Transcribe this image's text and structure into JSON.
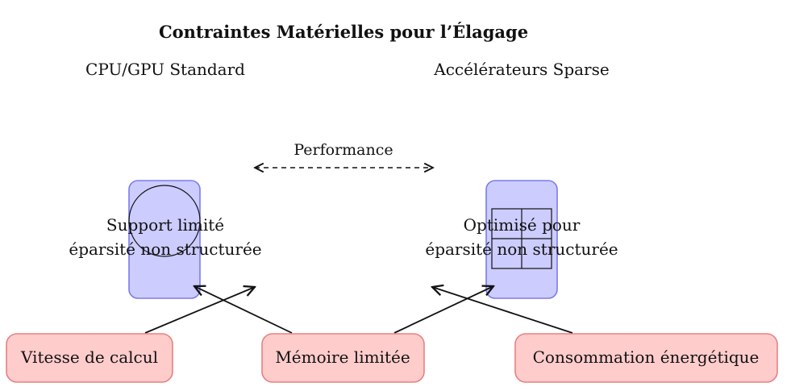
{
  "title": "Contraintes Matérielles pour l’Élagage",
  "left": {
    "heading": "CPU/GPU Standard",
    "description": [
      "Support limité",
      "éparsité non structurée"
    ]
  },
  "right": {
    "heading": "Accélérateurs Sparse",
    "description": [
      "Optimisé pour",
      "éparsité non structurée"
    ]
  },
  "center": {
    "arrow_label": "Performance"
  },
  "constraints": [
    {
      "label": "Vitesse de calcul"
    },
    {
      "label": "Mémoire limitée"
    },
    {
      "label": "Consommation énergétique"
    }
  ],
  "colors": {
    "device_fill": "#ccccff",
    "device_stroke": "#7b7bea",
    "constraint_fill": "#ffcccc",
    "constraint_stroke": "#e88080",
    "line": "#111111"
  }
}
